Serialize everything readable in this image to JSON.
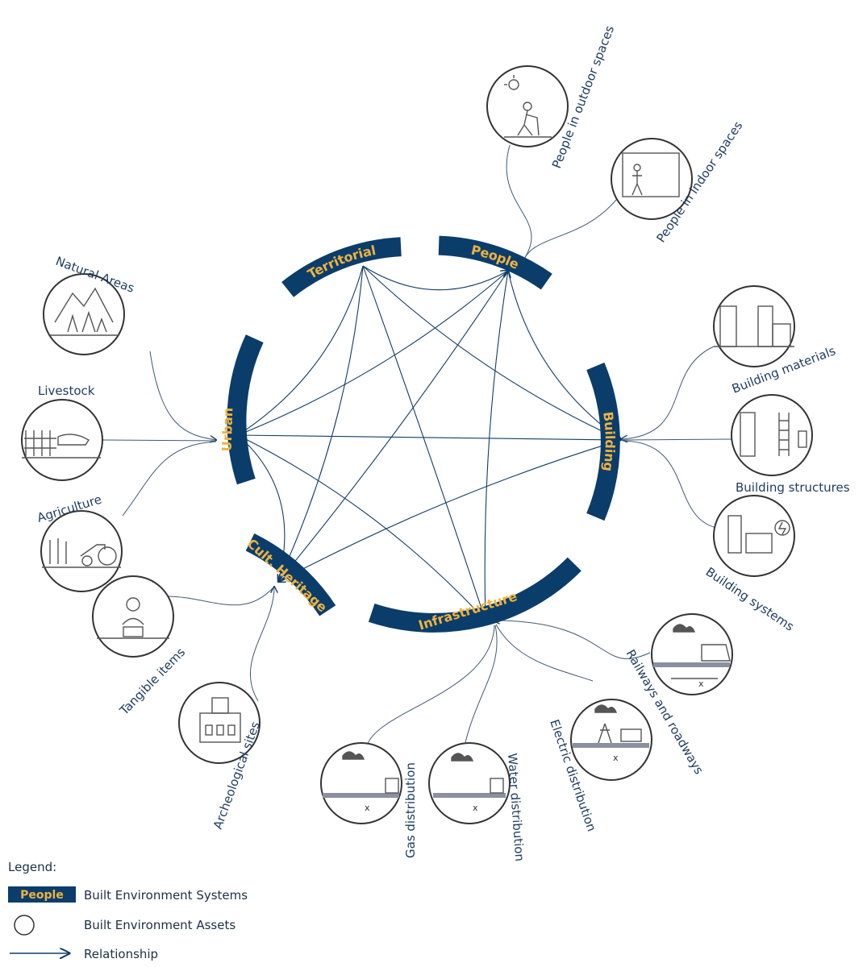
{
  "systems": [
    {
      "id": "territorial",
      "label": "Territorial"
    },
    {
      "id": "people",
      "label": "People"
    },
    {
      "id": "building",
      "label": "Building"
    },
    {
      "id": "infrastructure",
      "label": "Infrastructure"
    },
    {
      "id": "heritage",
      "label": "Cult. Heritage"
    },
    {
      "id": "urban",
      "label": "Urban"
    }
  ],
  "assets": {
    "people_outdoor": "People in outdoor spaces",
    "people_indoor": "People in indoor spaces",
    "building_materials": "Building materials",
    "building_structures": "Building structures",
    "building_systems": "Building systems",
    "railways": "Railways and roadways",
    "electric": "Electric distribution",
    "water": "Water distribution",
    "gas": "Gas distribution",
    "archeological": "Archeological sites",
    "tangible": "Tangible items",
    "agriculture": "Agriculture",
    "livestock": "Livestock",
    "natural": "Natural Areas"
  },
  "relationships": [
    [
      "territorial",
      "building"
    ],
    [
      "territorial",
      "infrastructure"
    ],
    [
      "territorial",
      "heritage"
    ],
    [
      "territorial",
      "urban"
    ],
    [
      "territorial",
      "people"
    ],
    [
      "people",
      "urban"
    ],
    [
      "people",
      "heritage"
    ],
    [
      "people",
      "building"
    ],
    [
      "building",
      "urban"
    ],
    [
      "building",
      "heritage"
    ],
    [
      "infrastructure",
      "urban"
    ],
    [
      "infrastructure",
      "people"
    ],
    [
      "heritage",
      "urban"
    ]
  ],
  "legend": {
    "title": "Legend:",
    "system_sample": "People",
    "system_text": "Built Environment Systems",
    "asset_text": "Built Environment Assets",
    "relationship_text": "Relationship"
  },
  "colors": {
    "system_band": "#0b3d6b",
    "system_label": "#f0b23e",
    "relationship_line": "#123d66",
    "asset_border": "#333333",
    "asset_label": "#1f3d63"
  }
}
